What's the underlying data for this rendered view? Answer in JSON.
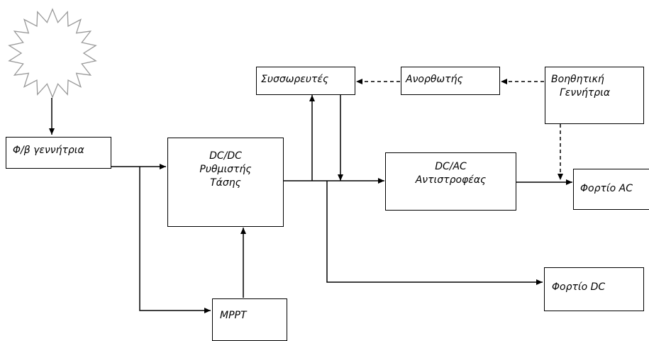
{
  "blocks": {
    "pv": {
      "label": "Φ/β γεννήτρια"
    },
    "dcdc": {
      "line1": "DC/DC",
      "line2": "Ρυθμιστής",
      "line3": "Τάσης"
    },
    "battery": {
      "label": "Συσσωρευτές"
    },
    "rectifier": {
      "label": "Ανορθωτής"
    },
    "aux_gen": {
      "line1": "Βοηθητική",
      "line2": "Γεννήτρια"
    },
    "inverter": {
      "line1": "DC/AC",
      "line2": "Αντιστροφέας"
    },
    "ac_load": {
      "label": "Φορτίο AC"
    },
    "dc_load": {
      "label": "Φορτίο DC"
    },
    "mppt": {
      "label": "MPPT"
    }
  },
  "colors": {
    "line": "#000000",
    "sun": "#999999"
  },
  "icons": {
    "sun": "sun-icon"
  }
}
